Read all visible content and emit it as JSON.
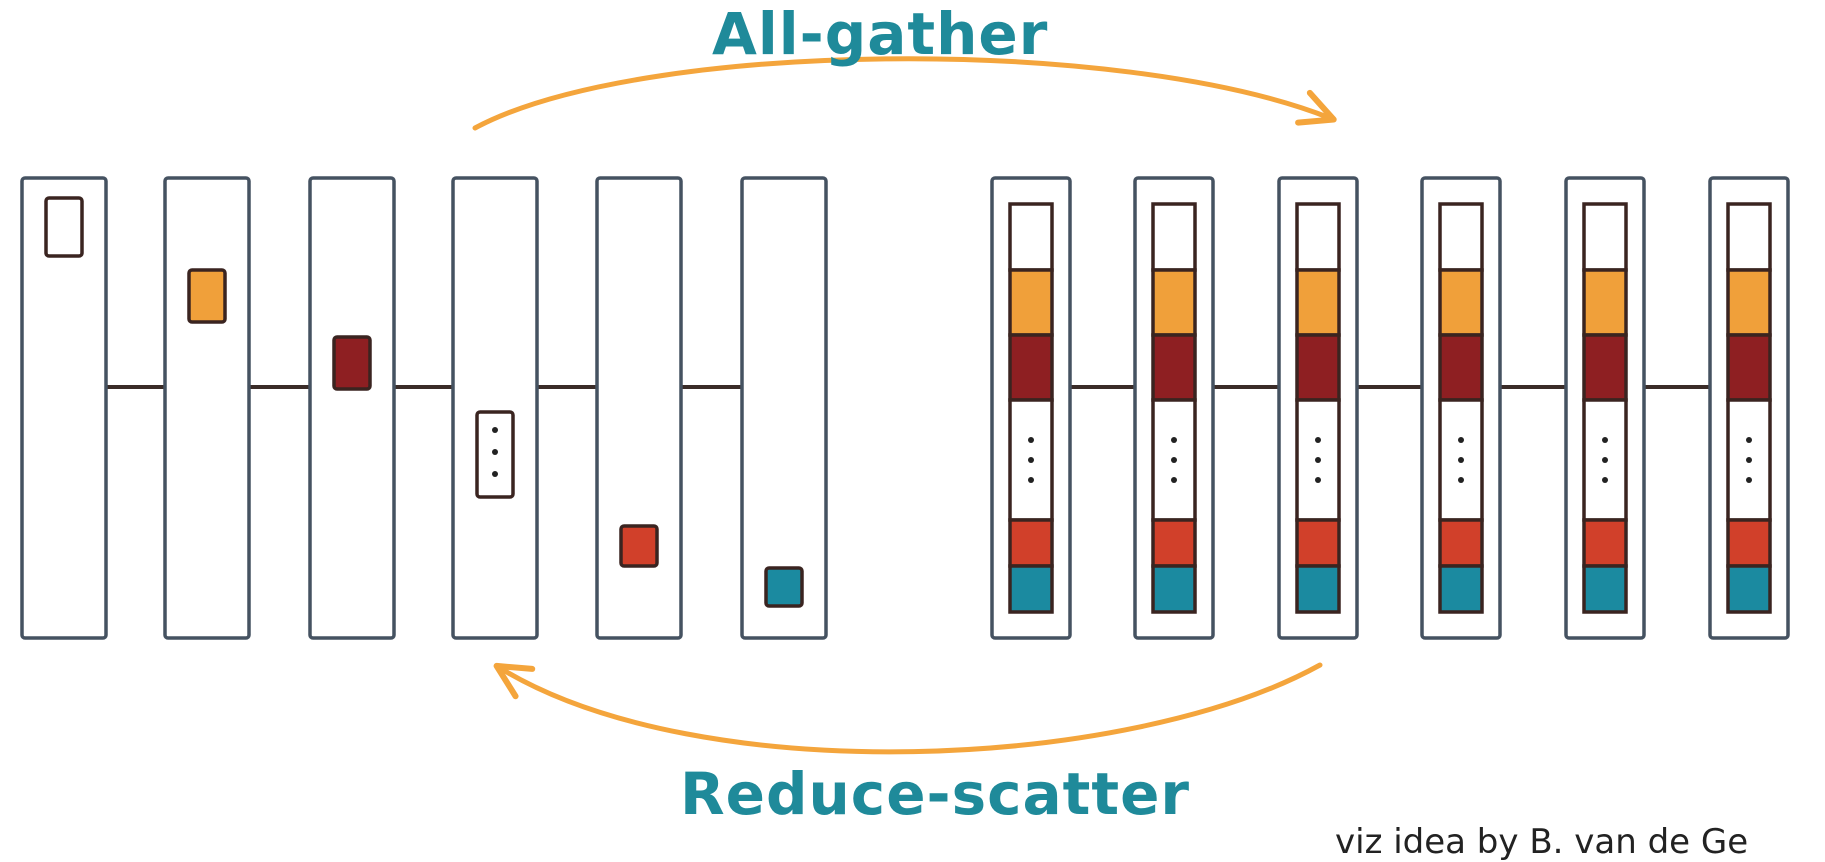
{
  "labels": {
    "all_gather": "All-gather",
    "reduce_scatter": "Reduce-scatter",
    "credit": "viz idea by B. van de Ge"
  },
  "colors": {
    "outline": "#455261",
    "chunk_border": "#3a2420",
    "link": "#3a2c28",
    "arrow": "#f4a53c",
    "label_teal": "#1f8a9a",
    "chunk_white": "#ffffff",
    "chunk_orange": "#f0a03a",
    "chunk_maroon": "#8e1f22",
    "chunk_red": "#d1402a",
    "chunk_teal": "#1b8aa0"
  },
  "chunks": [
    {
      "name": "chunk-1",
      "fill": "chunk_white"
    },
    {
      "name": "chunk-2",
      "fill": "chunk_orange"
    },
    {
      "name": "chunk-3",
      "fill": "chunk_maroon"
    },
    {
      "name": "chunk-ellipsis",
      "fill": "chunk_white"
    },
    {
      "name": "chunk-5",
      "fill": "chunk_red"
    },
    {
      "name": "chunk-6",
      "fill": "chunk_teal"
    }
  ],
  "left_group": {
    "device_count": 6,
    "state": "sharded"
  },
  "right_group": {
    "device_count": 6,
    "state": "gathered"
  }
}
